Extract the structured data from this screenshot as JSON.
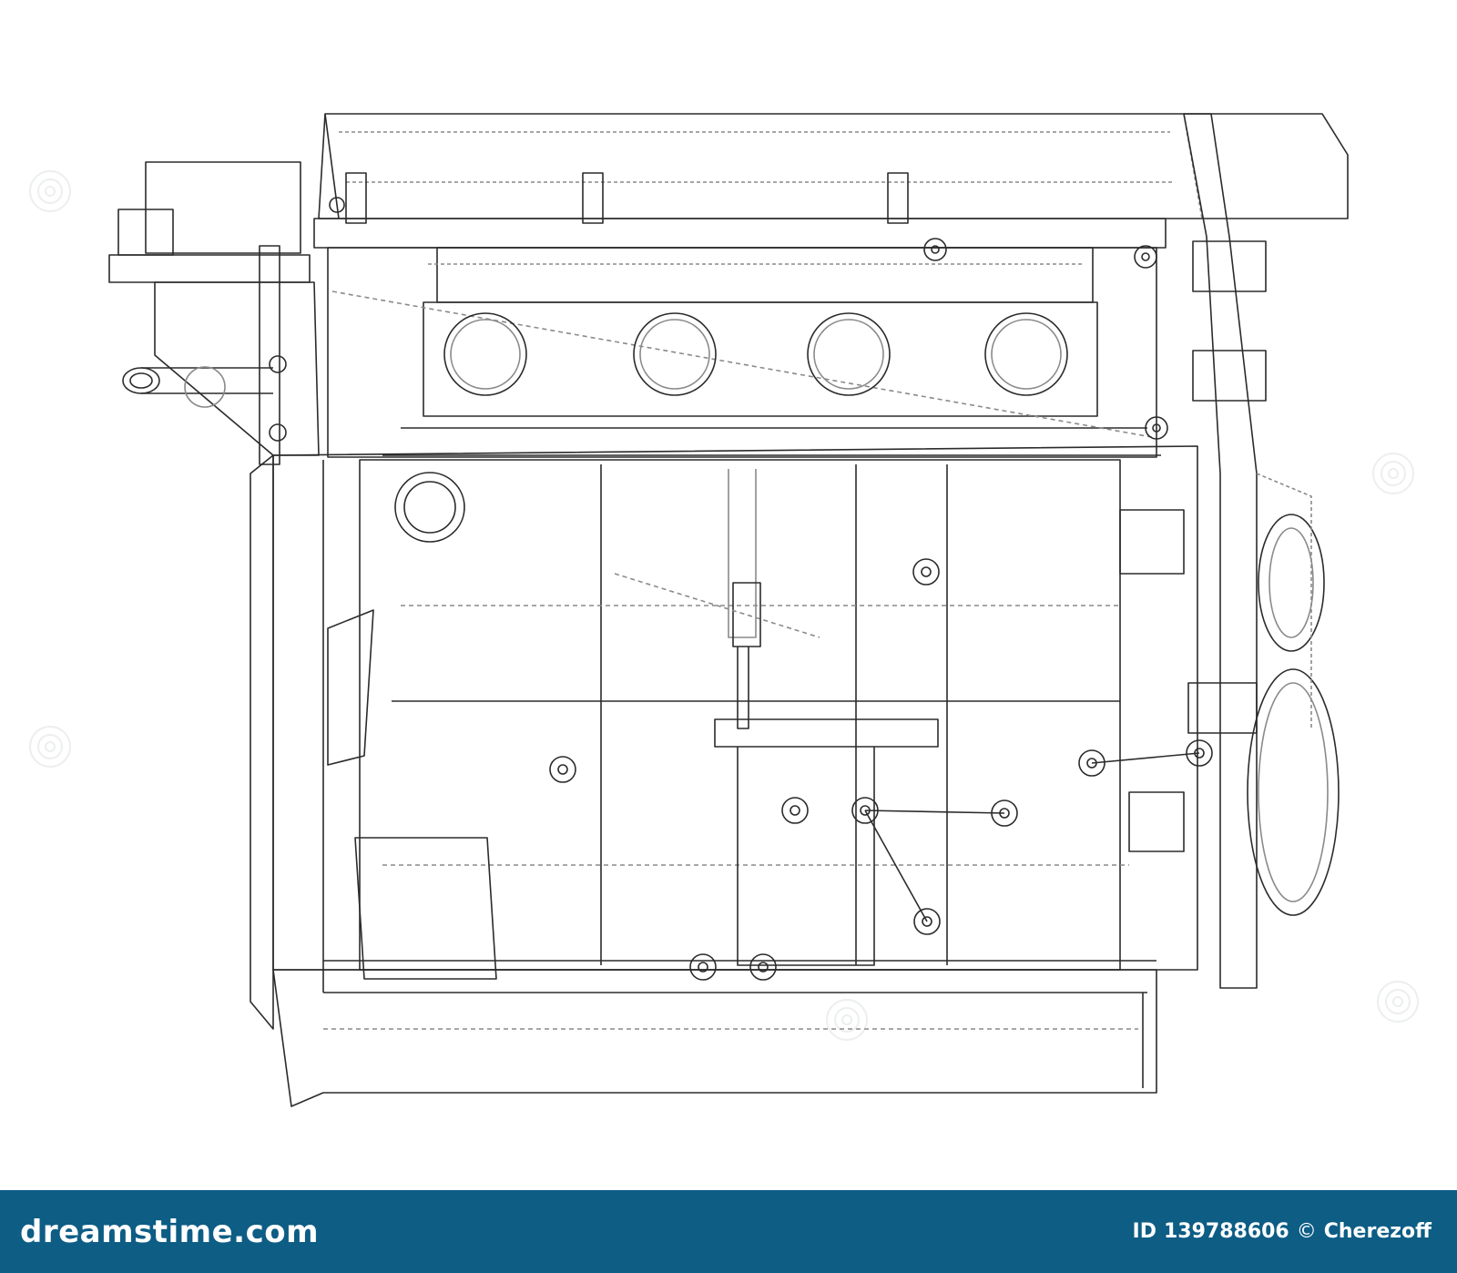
{
  "footer": {
    "brand_name": "dreamstime",
    "brand_suffix": ".com",
    "id_label": "ID",
    "id_value": "139788606",
    "copyright_symbol": "©",
    "author": "Cherezoff"
  },
  "colors": {
    "footer_bg": "#0d5d85",
    "line": "#2b2b2b",
    "line_light": "#8a8a8a",
    "background": "#ffffff"
  },
  "icons": [
    "copyright-icon",
    "watermark-swirl-icon"
  ]
}
